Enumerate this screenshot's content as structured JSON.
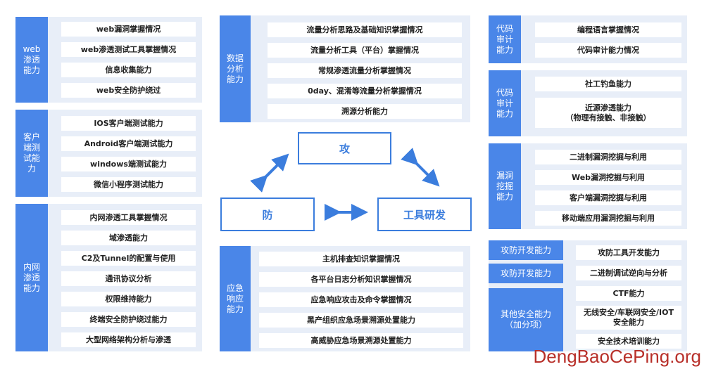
{
  "groups": {
    "web": {
      "title": "web\n渗透\n能力",
      "items": [
        "web漏洞掌握情况",
        "web渗透测试工具掌握情况",
        "信息收集能力",
        "web安全防护绕过"
      ]
    },
    "client": {
      "title": "客户\n端测\n试能\n力",
      "items": [
        "IOS客户端测试能力",
        "Android客户端测试能力",
        "windows端测试能力",
        "微信小程序测试能力"
      ]
    },
    "intranet": {
      "title": "内网\n渗透\n能力",
      "items": [
        "内网渗透工具掌握情况",
        "域渗透能力",
        "C2及Tunnel的配置与使用",
        "通讯协议分析",
        "权限维持能力",
        "终端安全防护绕过能力",
        "大型网络架构分析与渗透"
      ]
    },
    "data": {
      "title": "数据\n分析\n能力",
      "items": [
        "流量分析思路及基础知识掌握情况",
        "流量分析工具（平台）掌握情况",
        "常规渗透流量分析掌握情况",
        "0day、混淆等流量分析掌握情况",
        "溯源分析能力"
      ]
    },
    "response": {
      "title": "应急\n响应\n能力",
      "items": [
        "主机排查知识掌握情况",
        "各平台日志分析知识掌握情况",
        "应急响应攻击及命令掌握情况",
        "黑产组织应急场景溯源处置能力",
        "高威胁应急场景溯源处置能力"
      ]
    },
    "audit1": {
      "title": "代码\n审计\n能力",
      "items": [
        "编程语言掌握情况",
        "代码审计能力情况"
      ]
    },
    "audit2": {
      "title": "代码\n审计\n能力",
      "items": [
        "社工钓鱼能力",
        "近源渗透能力\n（物理有接触、非接触）"
      ]
    },
    "vuln": {
      "title": "漏洞\n挖掘\n能力",
      "items": [
        "二进制漏洞挖掘与利用",
        "Web漏洞挖掘与利用",
        "客户端漏洞挖掘与利用",
        "移动端应用漏洞挖掘与利用"
      ]
    },
    "other": {
      "labels": [
        "攻防开发能力",
        "攻防开发能力",
        "其他安全能力\n（加分项）"
      ],
      "items": [
        "攻防工具开发能力",
        "二进制调试逆向与分析",
        "CTF能力",
        "无线安全/车联网安全/IOT\n安全能力",
        "安全技术培训能力"
      ]
    }
  },
  "core": {
    "attack": "攻",
    "defense": "防",
    "tools": "工具研发"
  },
  "watermark": "DengBaoCePing.org"
}
